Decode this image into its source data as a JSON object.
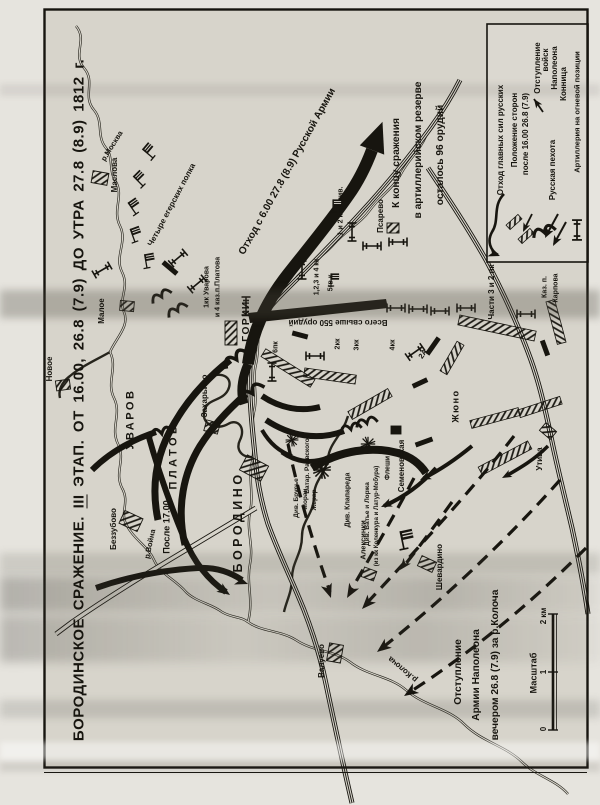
{
  "title": {
    "part1": "БОРОДИНСКОЕ СРАЖЕНИЕ.",
    "stage": "III",
    "part2": "ЭТАП. ОТ 16.00, 26.8 (7.9) ДО УТРА 27.8 (8.9) 1812 г."
  },
  "legend": {
    "items": [
      {
        "label": "Отход главных сил русских",
        "icon": "curved-arrow"
      },
      {
        "label": "Положение сторон",
        "label2": "после 16.00  26.8 (7.9)",
        "icon": "position-bars"
      },
      {
        "label": "Отступление",
        "label2": "войск",
        "label3": "Наполеона",
        "icon": "retreat-arrow"
      },
      {
        "label": "Конница",
        "icon": "cavalry-sign"
      },
      {
        "label": "Русская пехота",
        "icon": "infantry-arrows"
      },
      {
        "label": "Артиллерия на огневой позиции",
        "icon": "artillery-sign"
      }
    ]
  },
  "annotations": {
    "reserve_line1": "К концу сражения",
    "reserve_line2": "в артиллерийском резерве",
    "reserve_line3": "осталось 96 орудий",
    "withdrawal": "Отход с 6.00 27.8 (8.9) Русской Армии",
    "total_guns": "Всего свыше 550 орудий",
    "after_17": "После 17.00",
    "retreat_line1": "Отступление",
    "retreat_line2": "Армии Наполеона",
    "retreat_line3": "вечером 26.8 (7.9) за р.Колоча"
  },
  "villages": [
    {
      "name": "Маслова"
    },
    {
      "name": "Малое"
    },
    {
      "name": "Новое"
    },
    {
      "name": "Беззубово"
    },
    {
      "name": "Захарьино"
    },
    {
      "name": "БОРОДИНО"
    },
    {
      "name": "ГОРКИ"
    },
    {
      "name": "Псарево"
    },
    {
      "name": "Семеновская"
    },
    {
      "name": "Алексинки"
    },
    {
      "name": "Шевардино"
    },
    {
      "name": "Валуево"
    },
    {
      "name": "Утица"
    }
  ],
  "rivers": [
    {
      "name": "р.Москва"
    },
    {
      "name": "р.Война"
    },
    {
      "name": "р.Колоча"
    }
  ],
  "units": [
    {
      "name": "Четыре егерских полка"
    },
    {
      "name": "1кк Уварова"
    },
    {
      "name": "и 4 каз.п.Платова"
    },
    {
      "name": "УВАРОВ"
    },
    {
      "name": "ПЛАТОВ"
    },
    {
      "name": "1,2,3 и 4 кк"
    },
    {
      "name": "1 и 2 кир. див."
    },
    {
      "name": "5гв.к"
    },
    {
      "name": "2кк"
    },
    {
      "name": "3кк"
    },
    {
      "name": "4кк"
    },
    {
      "name": "2А"
    },
    {
      "name": "6пк"
    },
    {
      "name": "Части 3 и 2 пк"
    },
    {
      "name": "Каз. п."
    },
    {
      "name": "Карпова"
    },
    {
      "name": "Жюно"
    },
    {
      "name": "Батар. Раевского"
    },
    {
      "name": "Флеши"
    },
    {
      "name": "Див. Клапареда"
    },
    {
      "name": "Див. Брусье"
    },
    {
      "name": "Моран"
    },
    {
      "name": "Жерар"
    },
    {
      "name": "Див. Ватье и Лоржа"
    },
    {
      "name": "(из кк Коленкура и Латур-Мобура)"
    }
  ],
  "scale": {
    "label": "Масштаб",
    "tick_0": "0",
    "tick_1": "1",
    "tick_2": "2 км"
  }
}
